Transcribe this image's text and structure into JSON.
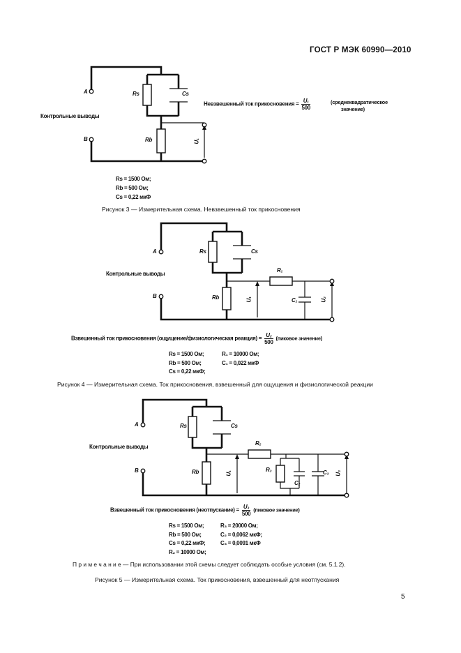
{
  "header": {
    "standard": "ГОСТ Р МЭК 60990—2010"
  },
  "page_number": "5",
  "figure3": {
    "terminal_a": "A",
    "terminal_b": "B",
    "control_terminals": "Контрольные выводы",
    "r_s": "Rs",
    "r_b": "Rb",
    "c_s": "Cs",
    "u1": "U₁",
    "formula_text": "Невзвешенный ток прикосновения =",
    "formula_num": "U₁",
    "formula_den": "500",
    "formula_note_1": "(среднеквадратическое",
    "formula_note_2": "значение)",
    "values": [
      "Rs = 1500 Ом;",
      "Rb = 500 Ом;",
      "Cs = 0,22 мкФ"
    ],
    "caption": "Рисунок 3 — Измерительная схема. Невзвешенный ток прикосновения"
  },
  "figure4": {
    "terminal_a": "A",
    "terminal_b": "B",
    "control_terminals": "Контрольные выводы",
    "r_s": "Rs",
    "r_b": "Rb",
    "c_s": "Cs",
    "r1": "R₁",
    "c1": "C₁",
    "u1": "U₁",
    "u2": "U₂",
    "formula_text": "Взвешенный ток прикосновения (ощущение/физиологическая реакция) =",
    "formula_num": "U₂",
    "formula_den": "500",
    "formula_note": "(пиковое значение)",
    "values_left": [
      "Rs = 1500 Ом;",
      "Rb = 500 Ом;",
      "Cs = 0,22 мкФ;"
    ],
    "values_right": [
      "R₁ = 10000 Ом;",
      "C₁ = 0,022 мкФ",
      ""
    ],
    "caption": "Рисунок 4 — Измерительная схема. Ток прикосновения, взвешенный для ощущения и физиологической реакции"
  },
  "figure5": {
    "terminal_a": "A",
    "terminal_b": "B",
    "control_terminals": "Контрольные выводы",
    "r_s": "Rs",
    "r_b": "Rb",
    "c_s": "Cs",
    "r2": "R₂",
    "r3": "R₃",
    "c2": "C₂",
    "c3": "C₃",
    "u1": "U₁",
    "u3": "U₃",
    "formula_text": "Взвешенный ток прикосновения (неотпускание) =",
    "formula_num": "U₃",
    "formula_den": "500",
    "formula_note": "(пиковое значение)",
    "values_left": [
      "Rs = 1500 Ом;",
      "Rb = 500 Ом;",
      "Cs = 0,22 мкФ;",
      "R₂ = 10000 Ом;"
    ],
    "values_right": [
      "R₃ = 20000 Ом;",
      "C₂ = 0,0062 мкФ;",
      "C₃ = 0,0091 мкФ",
      ""
    ],
    "note_prefix": "П р и м е ч а н и е",
    "note": " — При использовании этой схемы следует соблюдать особые условия (см. 5.1.2).",
    "caption": "Рисунок 5 — Измерительная схема. Ток прикосновения, взвешенный для неотпускания"
  }
}
